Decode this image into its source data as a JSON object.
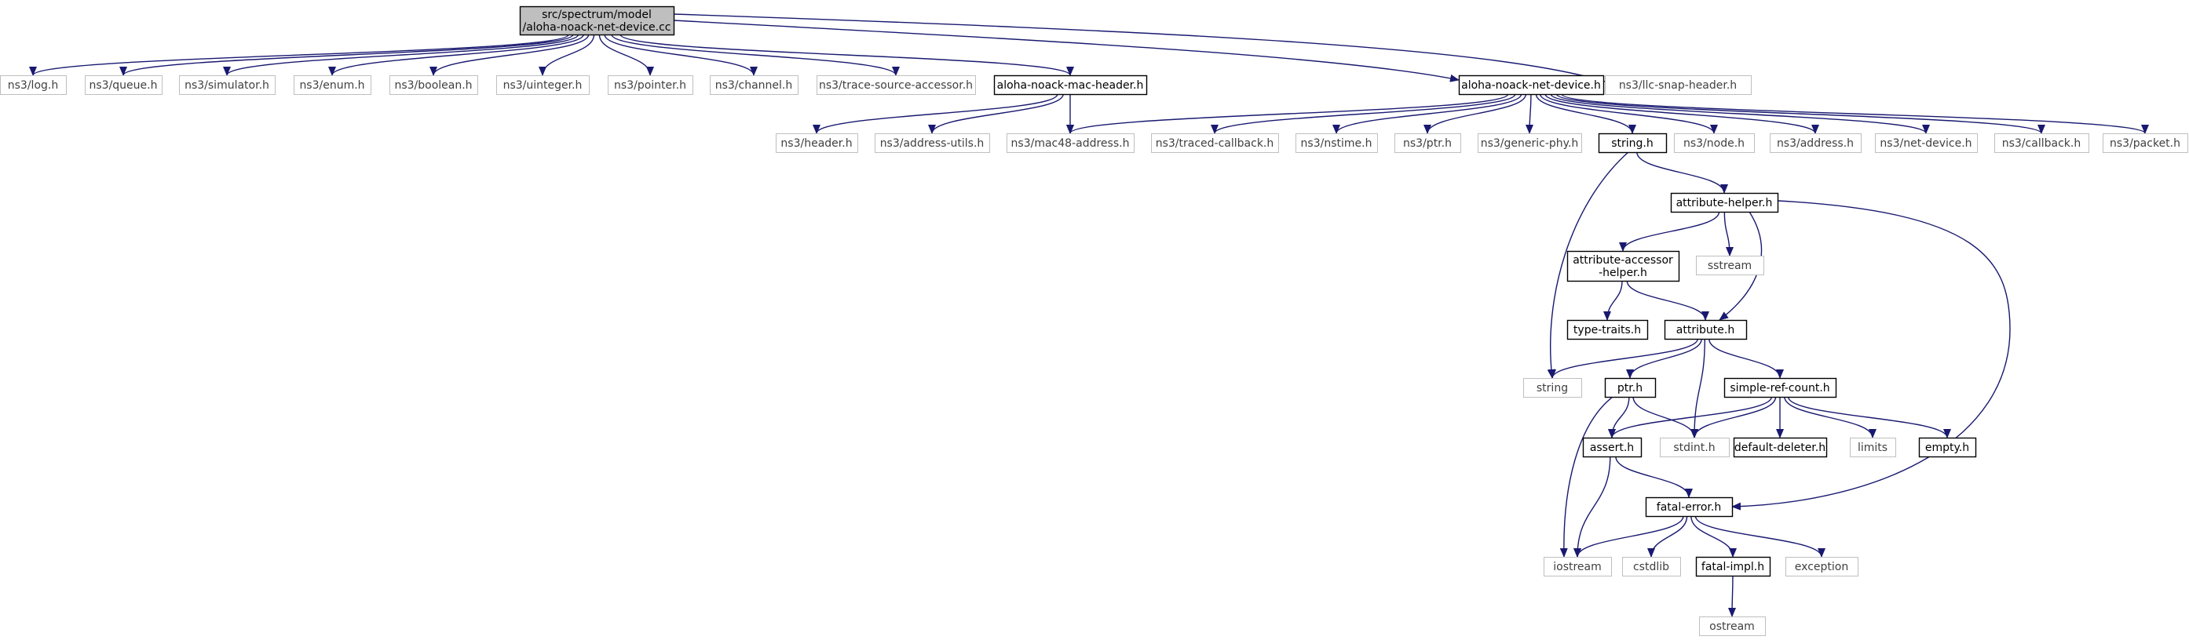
{
  "nodes": [
    {
      "id": "root",
      "lines": [
        "src/spectrum/model",
        "/aloha-noack-net-device.cc"
      ],
      "kind": "root"
    },
    {
      "id": "log",
      "lines": [
        "ns3/log.h"
      ],
      "kind": "external"
    },
    {
      "id": "queue",
      "lines": [
        "ns3/queue.h"
      ],
      "kind": "external"
    },
    {
      "id": "simulator",
      "lines": [
        "ns3/simulator.h"
      ],
      "kind": "external"
    },
    {
      "id": "enum",
      "lines": [
        "ns3/enum.h"
      ],
      "kind": "external"
    },
    {
      "id": "boolean",
      "lines": [
        "ns3/boolean.h"
      ],
      "kind": "external"
    },
    {
      "id": "uinteger",
      "lines": [
        "ns3/uinteger.h"
      ],
      "kind": "external"
    },
    {
      "id": "pointer",
      "lines": [
        "ns3/pointer.h"
      ],
      "kind": "external"
    },
    {
      "id": "channel",
      "lines": [
        "ns3/channel.h"
      ],
      "kind": "external"
    },
    {
      "id": "tsa",
      "lines": [
        "ns3/trace-source-accessor.h"
      ],
      "kind": "external"
    },
    {
      "id": "machdr",
      "lines": [
        "aloha-noack-mac-header.h"
      ],
      "kind": "internal"
    },
    {
      "id": "netdev",
      "lines": [
        "aloha-noack-net-device.h"
      ],
      "kind": "internal"
    },
    {
      "id": "llc",
      "lines": [
        "ns3/llc-snap-header.h"
      ],
      "kind": "external"
    },
    {
      "id": "header",
      "lines": [
        "ns3/header.h"
      ],
      "kind": "external"
    },
    {
      "id": "addrutils",
      "lines": [
        "ns3/address-utils.h"
      ],
      "kind": "external"
    },
    {
      "id": "mac48",
      "lines": [
        "ns3/mac48-address.h"
      ],
      "kind": "external"
    },
    {
      "id": "traced",
      "lines": [
        "ns3/traced-callback.h"
      ],
      "kind": "external"
    },
    {
      "id": "nstime",
      "lines": [
        "ns3/nstime.h"
      ],
      "kind": "external"
    },
    {
      "id": "ptrns3",
      "lines": [
        "ns3/ptr.h"
      ],
      "kind": "external"
    },
    {
      "id": "genphy",
      "lines": [
        "ns3/generic-phy.h"
      ],
      "kind": "external"
    },
    {
      "id": "stringh",
      "lines": [
        "string.h"
      ],
      "kind": "internal"
    },
    {
      "id": "node",
      "lines": [
        "ns3/node.h"
      ],
      "kind": "external"
    },
    {
      "id": "address",
      "lines": [
        "ns3/address.h"
      ],
      "kind": "external"
    },
    {
      "id": "netdevice",
      "lines": [
        "ns3/net-device.h"
      ],
      "kind": "external"
    },
    {
      "id": "callback",
      "lines": [
        "ns3/callback.h"
      ],
      "kind": "external"
    },
    {
      "id": "packet",
      "lines": [
        "ns3/packet.h"
      ],
      "kind": "external"
    },
    {
      "id": "attrhelper",
      "lines": [
        "attribute-helper.h"
      ],
      "kind": "internal"
    },
    {
      "id": "attracc",
      "lines": [
        "attribute-accessor",
        "-helper.h"
      ],
      "kind": "internal"
    },
    {
      "id": "sstream",
      "lines": [
        "sstream"
      ],
      "kind": "external"
    },
    {
      "id": "typetraits",
      "lines": [
        "type-traits.h"
      ],
      "kind": "internal"
    },
    {
      "id": "attrh",
      "lines": [
        "attribute.h"
      ],
      "kind": "internal"
    },
    {
      "id": "string",
      "lines": [
        "string"
      ],
      "kind": "external"
    },
    {
      "id": "ptrh",
      "lines": [
        "ptr.h"
      ],
      "kind": "internal"
    },
    {
      "id": "src",
      "lines": [
        "simple-ref-count.h"
      ],
      "kind": "internal"
    },
    {
      "id": "asserth",
      "lines": [
        "assert.h"
      ],
      "kind": "internal"
    },
    {
      "id": "stdint",
      "lines": [
        "stdint.h"
      ],
      "kind": "external"
    },
    {
      "id": "defdel",
      "lines": [
        "default-deleter.h"
      ],
      "kind": "internal"
    },
    {
      "id": "limits",
      "lines": [
        "limits"
      ],
      "kind": "external"
    },
    {
      "id": "empty",
      "lines": [
        "empty.h"
      ],
      "kind": "internal"
    },
    {
      "id": "fatalerr",
      "lines": [
        "fatal-error.h"
      ],
      "kind": "internal"
    },
    {
      "id": "iostream",
      "lines": [
        "iostream"
      ],
      "kind": "external"
    },
    {
      "id": "cstdlib",
      "lines": [
        "cstdlib"
      ],
      "kind": "external"
    },
    {
      "id": "fatalimpl",
      "lines": [
        "fatal-impl.h"
      ],
      "kind": "internal"
    },
    {
      "id": "exception",
      "lines": [
        "exception"
      ],
      "kind": "external"
    },
    {
      "id": "ostream",
      "lines": [
        "ostream"
      ],
      "kind": "external"
    }
  ],
  "edges": [
    [
      "root",
      "log"
    ],
    [
      "root",
      "queue"
    ],
    [
      "root",
      "simulator"
    ],
    [
      "root",
      "enum"
    ],
    [
      "root",
      "boolean"
    ],
    [
      "root",
      "uinteger"
    ],
    [
      "root",
      "pointer"
    ],
    [
      "root",
      "channel"
    ],
    [
      "root",
      "tsa"
    ],
    [
      "root",
      "machdr"
    ],
    [
      "root",
      "netdev"
    ],
    [
      "root",
      "llc"
    ],
    [
      "machdr",
      "header"
    ],
    [
      "machdr",
      "addrutils"
    ],
    [
      "machdr",
      "mac48"
    ],
    [
      "netdev",
      "mac48"
    ],
    [
      "netdev",
      "traced"
    ],
    [
      "netdev",
      "nstime"
    ],
    [
      "netdev",
      "ptrns3"
    ],
    [
      "netdev",
      "genphy"
    ],
    [
      "netdev",
      "stringh"
    ],
    [
      "netdev",
      "node"
    ],
    [
      "netdev",
      "address"
    ],
    [
      "netdev",
      "netdevice"
    ],
    [
      "netdev",
      "callback"
    ],
    [
      "netdev",
      "packet"
    ],
    [
      "stringh",
      "attrhelper"
    ],
    [
      "stringh",
      "string"
    ],
    [
      "attrhelper",
      "attracc"
    ],
    [
      "attrhelper",
      "sstream"
    ],
    [
      "attrhelper",
      "attrh"
    ],
    [
      "attrhelper",
      "fatalerr"
    ],
    [
      "attracc",
      "typetraits"
    ],
    [
      "attracc",
      "attrh"
    ],
    [
      "attrh",
      "string"
    ],
    [
      "attrh",
      "ptrh"
    ],
    [
      "attrh",
      "stdint"
    ],
    [
      "attrh",
      "src"
    ],
    [
      "ptrh",
      "asserth"
    ],
    [
      "ptrh",
      "stdint"
    ],
    [
      "ptrh",
      "iostream"
    ],
    [
      "src",
      "asserth"
    ],
    [
      "src",
      "stdint"
    ],
    [
      "src",
      "defdel"
    ],
    [
      "src",
      "limits"
    ],
    [
      "src",
      "empty"
    ],
    [
      "asserth",
      "fatalerr"
    ],
    [
      "asserth",
      "iostream"
    ],
    [
      "fatalerr",
      "iostream"
    ],
    [
      "fatalerr",
      "cstdlib"
    ],
    [
      "fatalerr",
      "fatalimpl"
    ],
    [
      "fatalerr",
      "exception"
    ],
    [
      "fatalimpl",
      "ostream"
    ]
  ],
  "colors": {
    "edge": "#191970",
    "internal_border": "#000000",
    "external_border": "#bfbfbf",
    "root_fill": "#bfbfbf",
    "text": "#000000"
  }
}
